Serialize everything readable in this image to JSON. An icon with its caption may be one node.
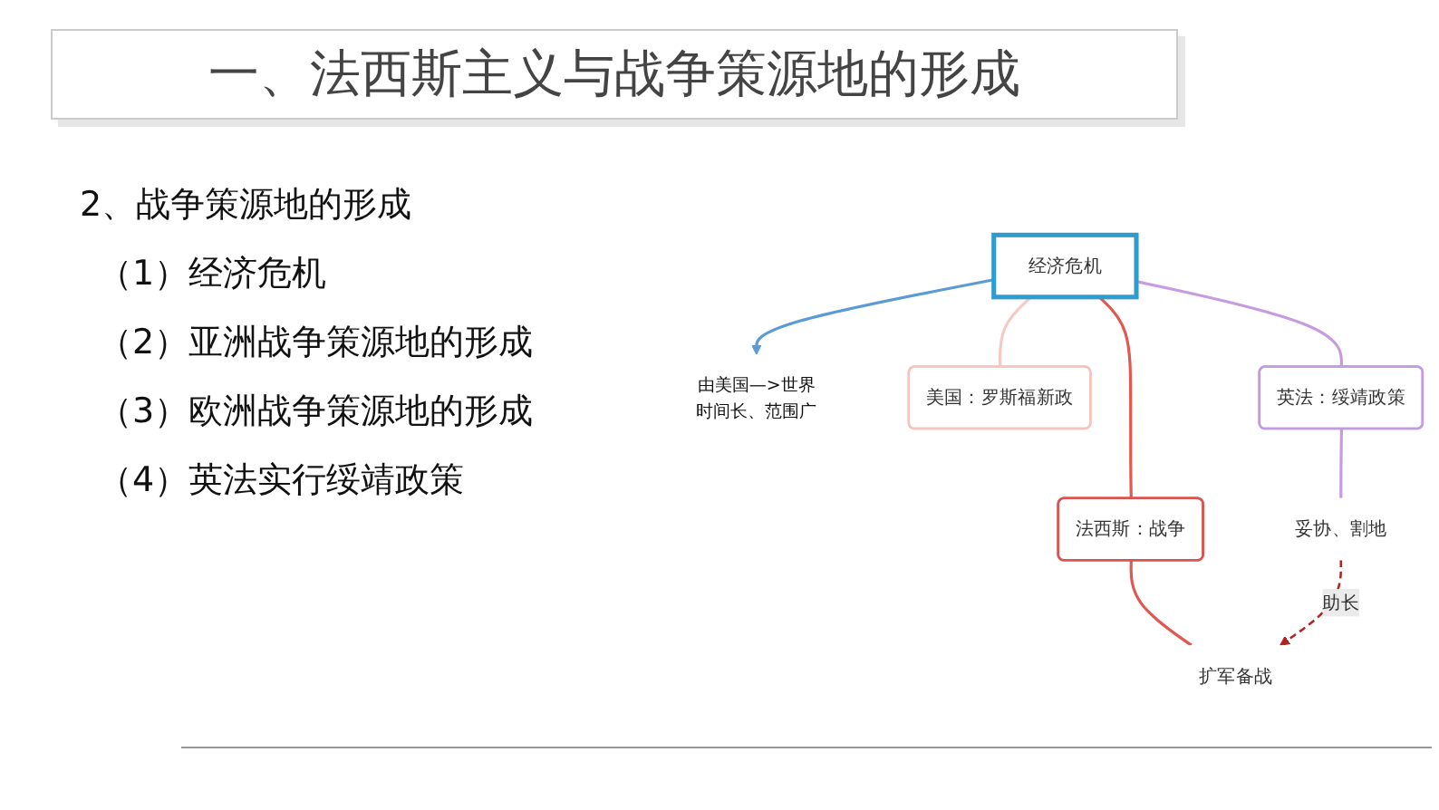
{
  "diagram": {
    "title": "一、法西斯主义与战争策源地的形成",
    "nodes": [
      {
        "text": [
          "经济危机"
        ]
      },
      {
        "text": [
          "由美国—>世界",
          "时间长、范围广"
        ]
      },
      {
        "text": [
          "法西斯：战争"
        ]
      },
      {
        "text": [
          "美国：罗斯福新政"
        ]
      },
      {
        "text": [
          "英法：绥靖政策"
        ]
      },
      {
        "text": [
          "扩军备战"
        ]
      },
      {
        "text": [
          "妥协、割地"
        ]
      }
    ],
    "edges": [
      {
        "from": 0,
        "to": 1,
        "arrow": "to",
        "color": "#5b9bd5"
      },
      {
        "from": 0,
        "to": 2,
        "arrow": "none",
        "color": "#e0584f"
      },
      {
        "from": 0,
        "to": 3,
        "arrow": "none",
        "color": "#f8c8c4"
      },
      {
        "from": 0,
        "to": 4,
        "arrow": "none",
        "color": "#c79be0"
      },
      {
        "from": 2,
        "to": 5,
        "arrow": "none",
        "color": "#e0584f"
      },
      {
        "from": 4,
        "to": 6,
        "arrow": "none",
        "color": "#c79be0"
      },
      {
        "from": 6,
        "to": 5,
        "arrow": "to",
        "label": "助长",
        "style": "dashed",
        "color": "#b22222"
      }
    ],
    "labels": [
      "2、战争策源地的形成",
      "（1）经济危机",
      "（2）亚洲战争策源地的形成",
      "（3）欧洲战争策源地的形成",
      "（4）英法实行绥靖政策"
    ]
  }
}
